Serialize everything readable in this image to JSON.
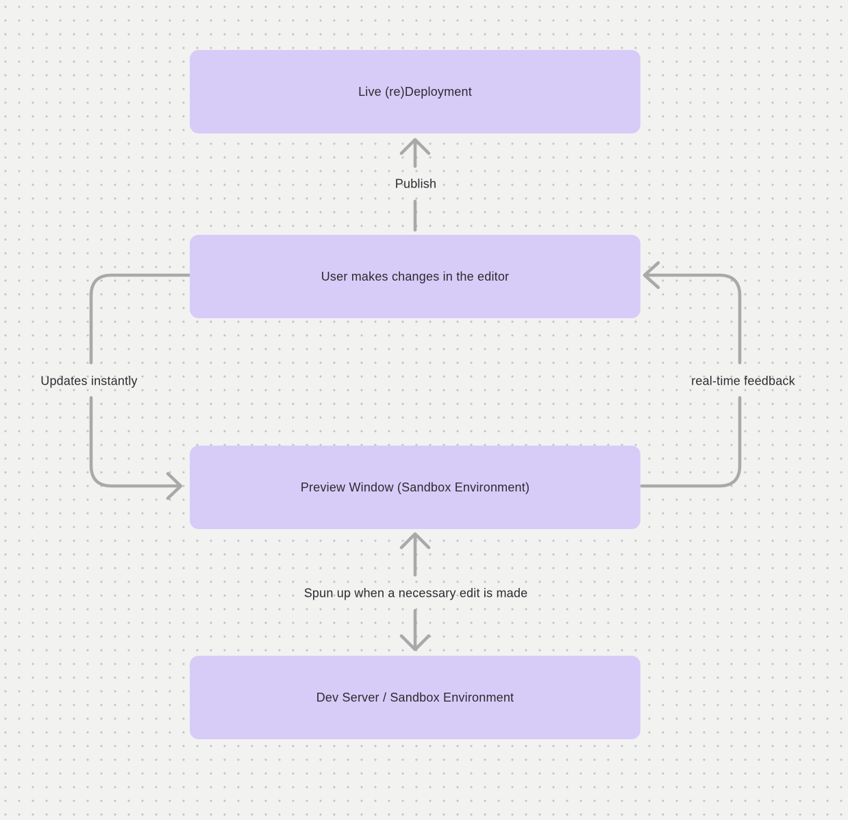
{
  "diagram": {
    "background_color": "#f2f2f1",
    "dot_color": "#c4c4c4",
    "node_fill_color": "#d7ccf8",
    "node_text_color": "#2b2b2f",
    "arrow_color": "#a9a9a9",
    "nodes": [
      {
        "label": "Live (re)Deployment"
      },
      {
        "label": "User makes changes in the editor"
      },
      {
        "label": "Preview Window (Sandbox Environment)"
      },
      {
        "label": "Dev Server / Sandbox Environment"
      }
    ],
    "edges": [
      {
        "label": "Publish",
        "from": "User makes changes in the editor",
        "to": "Live (re)Deployment",
        "direction": "up"
      },
      {
        "label": "Updates instantly",
        "from": "User makes changes in the editor",
        "to": "Preview Window (Sandbox Environment)",
        "side": "left"
      },
      {
        "label": "real-time feedback",
        "from": "Preview Window (Sandbox Environment)",
        "to": "User makes changes in the editor",
        "side": "right"
      },
      {
        "label": "Spun up when a necessary edit is made",
        "from": "Preview Window (Sandbox Environment)",
        "to": "Dev Server / Sandbox Environment",
        "direction": "both"
      }
    ]
  }
}
